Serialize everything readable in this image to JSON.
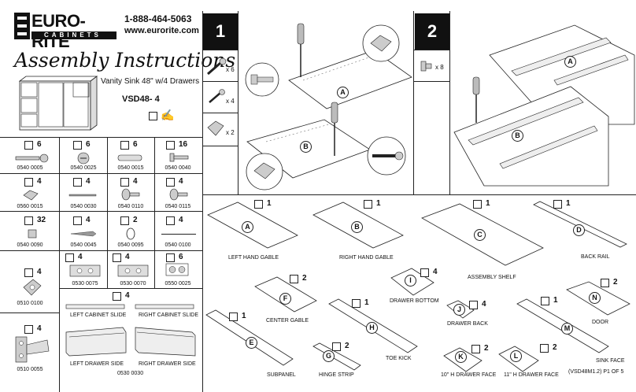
{
  "brand": {
    "logo": "EURO-RITE",
    "logo_sub": "CABINETS",
    "phone": "1-888-464-5063",
    "website": "www.eurorite.com"
  },
  "title": "Assembly Instructions",
  "product": {
    "name": "Vanity Sink 48\" w/4 Drawers",
    "code": "VSD48- 4"
  },
  "hardware": [
    {
      "qty": "6",
      "code": "0540 0005"
    },
    {
      "qty": "6",
      "code": "0540 0025"
    },
    {
      "qty": "6",
      "code": "0540 0015"
    },
    {
      "qty": "16",
      "code": "0540 0040"
    },
    {
      "qty": "4",
      "code": "0560 0015"
    },
    {
      "qty": "4",
      "code": "0540 0030"
    },
    {
      "qty": "4",
      "code": "0540 0110"
    },
    {
      "qty": "4",
      "code": "0540 0115"
    },
    {
      "qty": "32",
      "code": "0540 0090"
    },
    {
      "qty": "4",
      "code": "0540 0045"
    },
    {
      "qty": "2",
      "code": "0540 0095"
    },
    {
      "qty": "4",
      "code": "0540 0100"
    },
    {
      "qty": "4",
      "code": "0510 0100"
    },
    {
      "qty": "4",
      "code": "0530 0075"
    },
    {
      "qty": "4",
      "code": "0530 0070"
    },
    {
      "qty": "6",
      "code": "0550 0025"
    },
    {
      "qty": "4",
      "code": "0510 0055"
    }
  ],
  "slides": {
    "qty": "4",
    "left_cabinet": "LEFT CABINET SLIDE",
    "right_cabinet": "RIGHT CABINET SLIDE",
    "left_drawer": "LEFT DRAWER SIDE",
    "right_drawer": "RIGHT DRAWER SIDE",
    "code": "0530 0030"
  },
  "step1": {
    "number": "1",
    "items": [
      {
        "qty": "x 6"
      },
      {
        "qty": "x 4"
      },
      {
        "qty": "x 2"
      }
    ],
    "panels": [
      "A",
      "B"
    ]
  },
  "step2": {
    "number": "2",
    "items": [
      {
        "qty": "x 8"
      }
    ],
    "panels": [
      "A",
      "B"
    ]
  },
  "parts": [
    {
      "letter": "A",
      "qty": "1",
      "name": "LEFT HAND GABLE"
    },
    {
      "letter": "B",
      "qty": "1",
      "name": "RIGHT HAND GABLE"
    },
    {
      "letter": "C",
      "qty": "1",
      "name": "ASSEMBLY SHELF"
    },
    {
      "letter": "D",
      "qty": "1",
      "name": "BACK RAIL"
    },
    {
      "letter": "I",
      "qty": "4",
      "name": "DRAWER BOTTOM"
    },
    {
      "letter": "F",
      "qty": "2",
      "name": "CENTER GABLE"
    },
    {
      "letter": "N",
      "qty": "2",
      "name": "DOOR"
    },
    {
      "letter": "J",
      "qty": "4",
      "name": "DRAWER BACK"
    },
    {
      "letter": "E",
      "qty": "1",
      "name": "SUBPANEL"
    },
    {
      "letter": "H",
      "qty": "1",
      "name": "TOE KICK"
    },
    {
      "letter": "M",
      "qty": "1",
      "name": "SINK FACE"
    },
    {
      "letter": "G",
      "qty": "2",
      "name": "HINGE STRIP"
    },
    {
      "letter": "K",
      "qty": "2",
      "name": "10\" H DRAWER FACE"
    },
    {
      "letter": "L",
      "qty": "2",
      "name": "11\" H DRAWER FACE"
    }
  ],
  "footer": "(VSD48M1.2) P1 OF 5"
}
